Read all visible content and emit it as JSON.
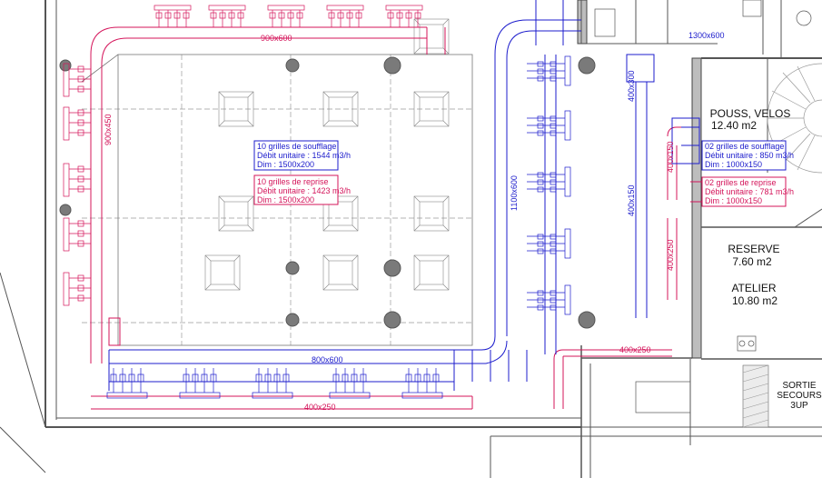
{
  "colors": {
    "supply_duct": "#1c1ccc",
    "return_duct": "#d4145a",
    "wall": "#555555",
    "grid": "#9a9a9a",
    "column": "#777777"
  },
  "duct_labels": {
    "d_900x600": "900x600",
    "d_900x450": "900x450",
    "d_1300x600": "1300x600",
    "d_1100x600": "1100x600",
    "d_400x300": "400x300",
    "d_400x150_a": "400x150",
    "d_400x150_b": "400x150",
    "d_400x250_right": "400x250",
    "d_800x600": "800x600",
    "d_400x250_bottom": "400x250",
    "d_400x250_lower": "400x250"
  },
  "main_hall": {
    "supply_box": [
      "10 grilles de soufflage",
      "Débit unitaire : 1544 m3/h",
      "Dim : 1500x200"
    ],
    "return_box": [
      "10 grilles de reprise",
      "Débit unitaire : 1423 m3/h",
      "Dim : 1500x200"
    ]
  },
  "side_room": {
    "supply_box": [
      "02 grilles de soufflage",
      "Débit unitaire : 850 m3/h",
      "Dim : 1000x150"
    ],
    "return_box": [
      "02 grilles de reprise",
      "Débit unitaire : 781 m3/h",
      "Dim : 1000x150"
    ]
  },
  "rooms": {
    "pouss_name": "POUSS, VELOS",
    "pouss_area": "12.40 m2",
    "reserve_name": "RESERVE",
    "reserve_area": "7.60 m2",
    "atelier_name": "ATELIER",
    "atelier_area": "10.80 m2",
    "sortie_1": "SORTIE",
    "sortie_2": "SECOURS",
    "sortie_3": "3UP"
  }
}
